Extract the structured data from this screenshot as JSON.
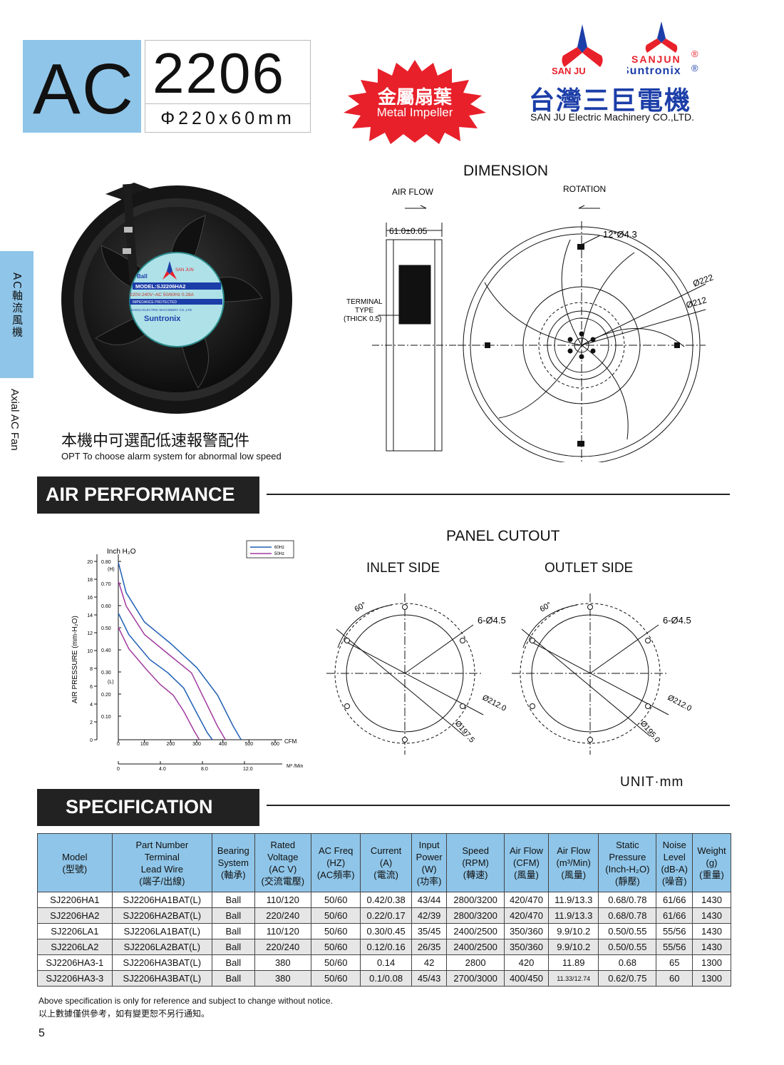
{
  "header": {
    "prefix": "AC",
    "model": "2206",
    "size": "Φ220x60mm"
  },
  "badge": {
    "zh": "金屬扇葉",
    "en": "Metal Impeller"
  },
  "company": {
    "logo_left": "SAN JU",
    "logo_right_top": "SANJUN",
    "logo_right_bottom": "Suntronix",
    "name_zh": "台灣三巨電機",
    "name_en": "SAN JU Electric  Machinery CO.,LTD."
  },
  "side": {
    "zh": "AC軸流風機",
    "en": "Axial AC Fan"
  },
  "fan_label": {
    "top": "SAN JUN",
    "bearing": "Ball",
    "model": "MODEL:SJ2206HA2",
    "rating": "220V-240V~AC  50/60Hz 0.28A",
    "protected": "IMPEDANCE PROTECTED",
    "maker": "SANJU ELECTRIC MACHINERY CO.,LTD.",
    "brand": "Suntronix"
  },
  "option": {
    "zh": "本機中可選配低速報警配件",
    "en": "OPT To choose alarm system for abnormal low speed"
  },
  "dimension": {
    "title": "DIMENSION",
    "air_flow": "AIR FLOW",
    "rotation": "ROTATION",
    "width": "61.0±0.05",
    "terminal_1": "TERMINAL",
    "terminal_2": "TYPE",
    "terminal_3": "(THICK 0.5)",
    "holes": "12*Ø4.3",
    "d1": "Ø222",
    "d2": "Ø212"
  },
  "sections": {
    "air": "AIR PERFORMANCE",
    "spec": "SPECIFICATION"
  },
  "panel": {
    "title": "PANEL CUTOUT",
    "inlet": "INLET SIDE",
    "outlet": "OUTLET SIDE",
    "angle": "60°",
    "holes": "6-Ø4.5",
    "outer": "Ø212.0",
    "inlet_inner": "Ø197.5",
    "outlet_inner": "Ø195.0",
    "unit": "UNIT·mm"
  },
  "chart_data": {
    "type": "line",
    "x_label": "CFM",
    "x2_label": "M³ /Min",
    "y_label": "AIR PRESSURE   (mm-H₂O)",
    "y2_label": "Inch H₂O",
    "x_ticks": [
      0,
      100,
      200,
      300,
      400,
      500,
      600
    ],
    "x2_ticks": [
      "0",
      "4.0",
      "8.0",
      "12.0"
    ],
    "y_ticks": [
      0,
      2,
      4,
      6,
      8,
      10,
      12,
      14,
      16,
      18,
      20
    ],
    "y2_ticks": [
      "0.80",
      "0.70",
      "0.60",
      "0.50",
      "0.40",
      "0.30",
      "0.20",
      "0.10"
    ],
    "y2_marks": {
      "high": "(H)",
      "low": "(L)"
    },
    "xlim": [
      0,
      600
    ],
    "ylim": [
      0,
      20
    ],
    "legend": [
      "60Hz",
      "50Hz"
    ],
    "colors": {
      "60Hz": "#1f5fb5",
      "50Hz": "#a03a9e"
    },
    "series": [
      {
        "name": "60Hz",
        "values": [
          [
            0,
            19.9
          ],
          [
            30,
            16.5
          ],
          [
            100,
            13.2
          ],
          [
            200,
            10.8
          ],
          [
            300,
            8.1
          ],
          [
            380,
            5.0
          ],
          [
            440,
            1.5
          ],
          [
            470,
            0
          ]
        ]
      },
      {
        "name": "50Hz",
        "values": [
          [
            0,
            17.8
          ],
          [
            30,
            15.0
          ],
          [
            100,
            11.8
          ],
          [
            200,
            9.4
          ],
          [
            280,
            7.5
          ],
          [
            330,
            4.5
          ],
          [
            380,
            1.5
          ],
          [
            410,
            0
          ]
        ]
      },
      {
        "name": "60Hz",
        "values": [
          [
            0,
            14.2
          ],
          [
            40,
            11.8
          ],
          [
            120,
            9.0
          ],
          [
            190,
            7.5
          ],
          [
            250,
            5.8
          ],
          [
            300,
            3.0
          ],
          [
            340,
            0.8
          ],
          [
            360,
            0
          ]
        ]
      },
      {
        "name": "50Hz",
        "values": [
          [
            0,
            12.6
          ],
          [
            40,
            10.2
          ],
          [
            110,
            7.8
          ],
          [
            160,
            6.2
          ],
          [
            210,
            5.0
          ],
          [
            250,
            3.2
          ],
          [
            290,
            1.0
          ],
          [
            310,
            0
          ]
        ]
      }
    ]
  },
  "spec": {
    "headers": [
      [
        "Model",
        "(型號)"
      ],
      [
        "Part Number",
        "Terminal",
        "Lead Wire",
        "(端子/出線)"
      ],
      [
        "Bearing",
        "System",
        "(軸承)"
      ],
      [
        "Rated",
        "Voltage",
        "(AC V)",
        "(交流電壓)"
      ],
      [
        "AC Freq",
        "(HZ)",
        "(AC頻率)"
      ],
      [
        "Current",
        "(A)",
        "(電流)"
      ],
      [
        "Input",
        "Power",
        "(W)",
        "(功率)"
      ],
      [
        "Speed",
        "(RPM)",
        "(轉速)"
      ],
      [
        "Air Flow",
        "(CFM)",
        "(風量)"
      ],
      [
        "Air Flow",
        "(m³/Min)",
        "(風量)"
      ],
      [
        "Static",
        "Pressure",
        "(Inch-H₂O)",
        "(靜壓)"
      ],
      [
        "Noise",
        "Level",
        "(dB-A)",
        "(噪音)"
      ],
      [
        "Weight",
        "(g)",
        "(重量)"
      ]
    ],
    "rows": [
      [
        "SJ2206HA1",
        "SJ2206HA1BAT(L)",
        "Ball",
        "110/120",
        "50/60",
        "0.42/0.38",
        "43/44",
        "2800/3200",
        "420/470",
        "11.9/13.3",
        "0.68/0.78",
        "61/66",
        "1430"
      ],
      [
        "SJ2206HA2",
        "SJ2206HA2BAT(L)",
        "Ball",
        "220/240",
        "50/60",
        "0.22/0.17",
        "42/39",
        "2800/3200",
        "420/470",
        "11.9/13.3",
        "0.68/0.78",
        "61/66",
        "1430"
      ],
      [
        "SJ2206LA1",
        "SJ2206LA1BAT(L)",
        "Ball",
        "110/120",
        "50/60",
        "0.30/0.45",
        "35/45",
        "2400/2500",
        "350/360",
        "9.9/10.2",
        "0.50/0.55",
        "55/56",
        "1430"
      ],
      [
        "SJ2206LA2",
        "SJ2206LA2BAT(L)",
        "Ball",
        "220/240",
        "50/60",
        "0.12/0.16",
        "26/35",
        "2400/2500",
        "350/360",
        "9.9/10.2",
        "0.50/0.55",
        "55/56",
        "1430"
      ],
      [
        "SJ2206HA3-1",
        "SJ2206HA3BAT(L)",
        "Ball",
        "380",
        "50/60",
        "0.14",
        "42",
        "2800",
        "420",
        "11.89",
        "0.68",
        "65",
        "1300"
      ],
      [
        "SJ2206HA3-3",
        "SJ2206HA3BAT(L)",
        "Ball",
        "380",
        "50/60",
        "0.1/0.08",
        "45/43",
        "2700/3000",
        "400/450",
        "11.33/12.74",
        "0.62/0.75",
        "60",
        "1300"
      ]
    ]
  },
  "notes": {
    "en": "Above specification  is  only for reference and subject to change without notice.",
    "zh": "以上數據僅供參考，如有變更恕不另行通知。"
  },
  "page_number": "5",
  "colors": {
    "accent": "#8fc5e8",
    "brand_blue": "#1c3ea8",
    "burst_red": "#e8202a",
    "dark": "#222222"
  }
}
